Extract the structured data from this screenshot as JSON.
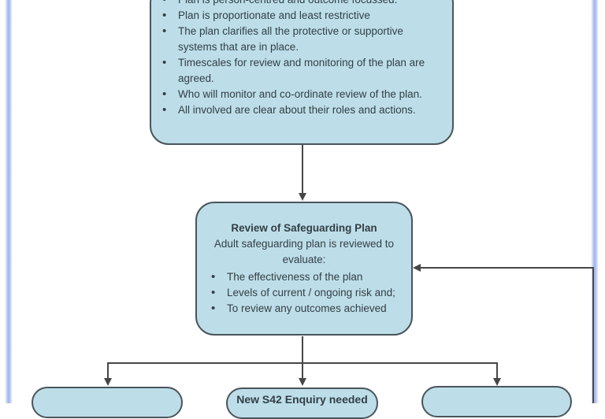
{
  "diagram": {
    "plan_criteria_box": {
      "bullets": [
        "Plan is person-centred and outcome focussed.",
        "Plan is proportionate and least restrictive",
        "The plan clarifies all the protective or supportive systems that are in place.",
        "Timescales for review and monitoring of the plan are agreed.",
        "Who will monitor and co-ordinate review of the plan.",
        "All involved are clear about their roles and actions."
      ]
    },
    "review_box": {
      "title": "Review of Safeguarding Plan",
      "intro": "Adult safeguarding plan is reviewed to evaluate:",
      "bullets": [
        "The effectiveness of the plan",
        "Levels of current / ongoing risk and;",
        "To review any outcomes achieved"
      ]
    },
    "outcome_boxes": {
      "middle_label": "New S42 Enquiry needed"
    },
    "colors": {
      "box_fill": "#bddee9",
      "box_border": "#4a555b",
      "connector": "#474747",
      "text": "#333e44",
      "frame_border": "#a7bbf0"
    }
  }
}
